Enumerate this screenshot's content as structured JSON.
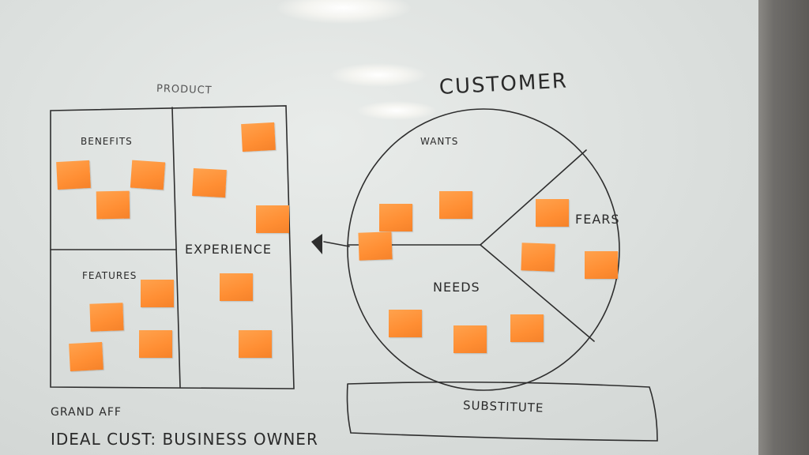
{
  "product_title": "PRODUCT",
  "customer_title": "CUSTOMER",
  "sections": {
    "benefits": "BENEFITS",
    "features": "FEATURES",
    "experience": "EXPERIENCE",
    "wants": "WANTS",
    "fears": "FEARS",
    "needs": "NEEDS",
    "substitute": "SUBSTITUTE"
  },
  "notes": {
    "grand": "GRAND AFF",
    "ideal": "IDEAL CUST: BUSINESS OWNER"
  },
  "colors": {
    "sticky": "#ff9a3f",
    "marker": "#2a2a2a",
    "board": "#e2e5e3"
  }
}
